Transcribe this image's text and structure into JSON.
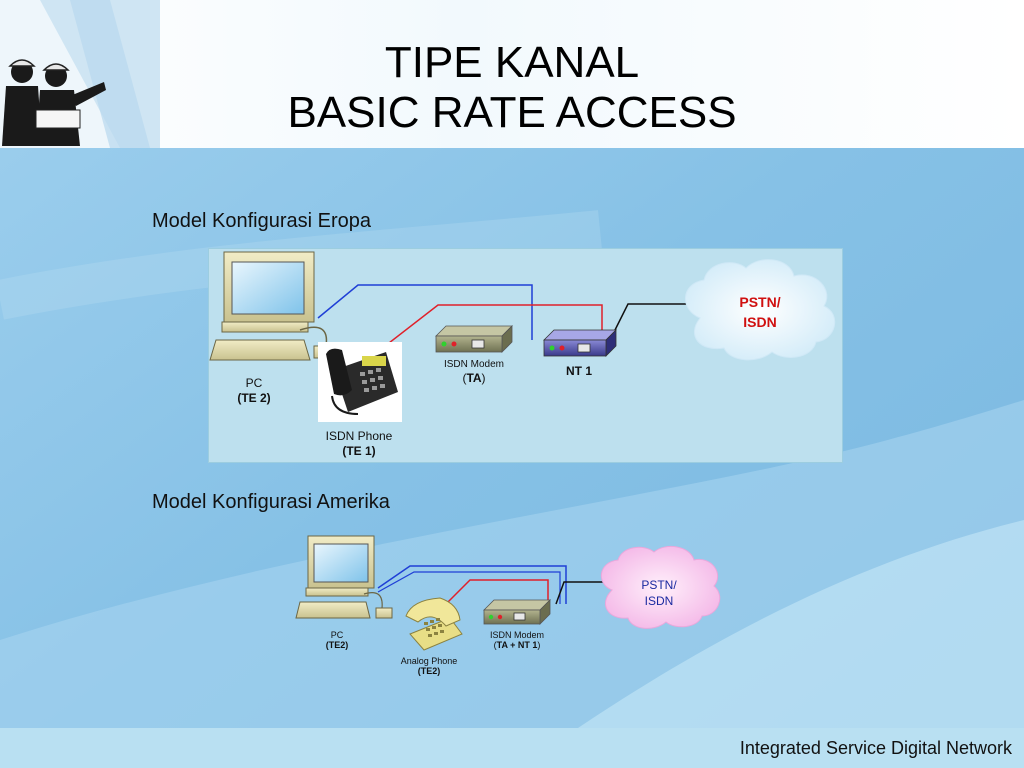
{
  "slide": {
    "title_line1": "TIPE KANAL",
    "title_line2": "BASIC RATE ACCESS",
    "footer": "Integrated Service  Digital Network"
  },
  "europe": {
    "heading": "Model Konfigurasi Eropa",
    "pc_label": "PC",
    "pc_sub": "(TE 2)",
    "phone_label": "ISDN Phone",
    "phone_sub": "(TE 1)",
    "modem_label": "ISDN Modem",
    "modem_sub_open": "(",
    "modem_sub_bold": "TA",
    "modem_sub_close": ")",
    "nt_label": "NT 1",
    "cloud_line1": "PSTN/",
    "cloud_line2": "ISDN"
  },
  "america": {
    "heading": "Model Konfigurasi Amerika",
    "pc_label": "PC",
    "pc_sub": "(TE2)",
    "phone_label": "Analog Phone",
    "phone_sub": "(TE2)",
    "modem_label": "ISDN Modem",
    "modem_sub_open": "(",
    "modem_sub_bold": "TA + NT 1",
    "modem_sub_close": ")",
    "cloud_line1": "PSTN/",
    "cloud_line2": "ISDN"
  },
  "colors": {
    "line_blue": "#1f3fd6",
    "line_red": "#e0202a",
    "line_black": "#111111",
    "cloud_europe": "#dff1fb",
    "cloud_america": "#f7c6ec",
    "pstn_red": "#d01010",
    "pstn_blue": "#1a2aa0"
  }
}
